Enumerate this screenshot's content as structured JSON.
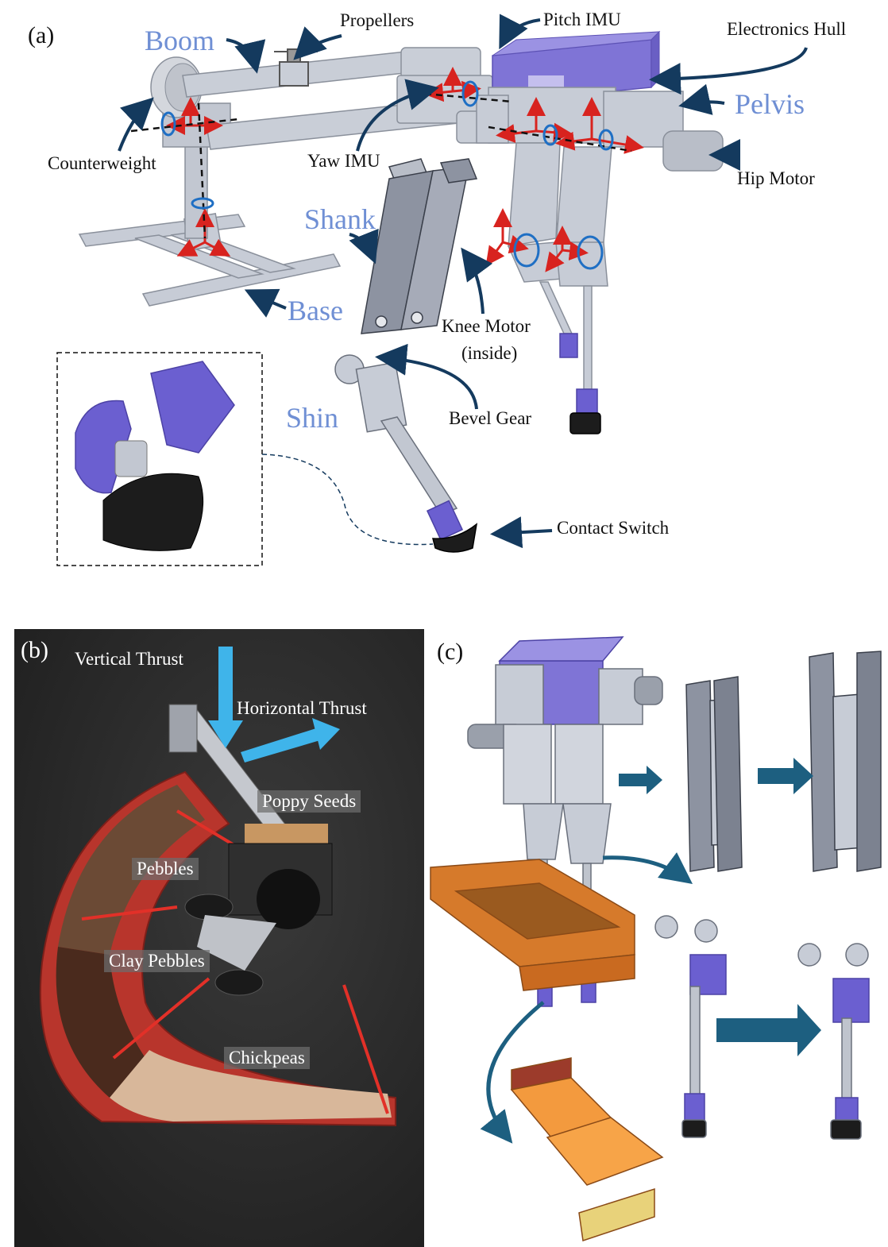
{
  "colors": {
    "part_label": "#6f8fd4",
    "arrow": "#143a5e",
    "axis_red": "#d8231f",
    "rotation_blue": "#1f6fc4",
    "component_purple": "#6b5fd0",
    "aluminum": "#c7ccd6",
    "photo_bg": "#2b2b2b",
    "tray_red": "#b8352c",
    "thrust_blue": "#3fb4ea",
    "tray_orange": "#e1822e"
  },
  "panel_a": {
    "label": "(a)",
    "parts": {
      "boom": "Boom",
      "pelvis": "Pelvis",
      "shank": "Shank",
      "base": "Base",
      "shin": "Shin"
    },
    "callouts": {
      "propellers": "Propellers",
      "pitch_imu": "Pitch IMU",
      "electronics_hull": "Electronics Hull",
      "counterweight": "Counterweight",
      "yaw_imu": "Yaw IMU",
      "hip_motor": "Hip Motor",
      "knee_motor_line1": "Knee Motor",
      "knee_motor_line2": "(inside)",
      "bevel_gear": "Bevel Gear",
      "contact_switch": "Contact Switch"
    }
  },
  "panel_b": {
    "label": "(b)",
    "vertical_thrust": "Vertical Thrust",
    "horizontal_thrust": "Horizontal Thrust",
    "terrains": [
      "Poppy Seeds",
      "Pebbles",
      "Clay Pebbles",
      "Chickpeas"
    ]
  },
  "panel_c": {
    "label": "(c)"
  }
}
